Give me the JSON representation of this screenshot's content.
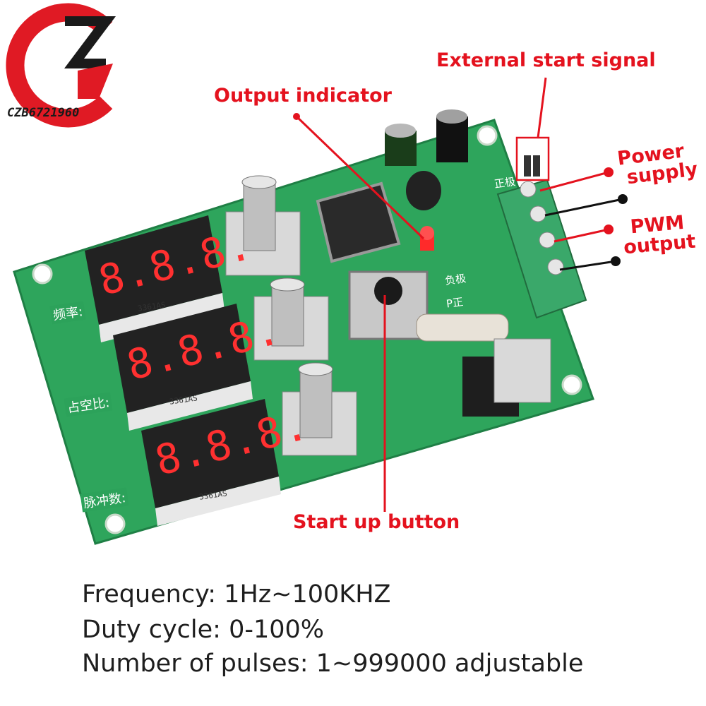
{
  "brand": {
    "logo_text": "CZB6721960",
    "logo_mark": "czb-logo-mark"
  },
  "callouts": {
    "external_start_signal": "External start signal",
    "output_indicator": "Output indicator",
    "power_supply_line1": "Power",
    "power_supply_line2": "supply",
    "pwm_output_line1": "PWM",
    "pwm_output_line2": "output",
    "start_up_button": "Start up button"
  },
  "board_labels": {
    "frequency_cn": "频率:",
    "duty_cn": "占空比:",
    "pulses_cn": "脉冲数:",
    "display_part": "3361AS",
    "positive": "正极",
    "negative": "负极",
    "p_positive": "P正"
  },
  "displays": {
    "digits": "8.8.8."
  },
  "specs": {
    "frequency": "Frequency: 1Hz~100KHZ",
    "duty_cycle": "Duty cycle: 0-100%",
    "pulses": "Number of pulses: 1~999000 adjustable"
  },
  "colors": {
    "callout_red": "#e4121e",
    "pcb_green": "#2ea55c",
    "terminal_green": "#3aa86a",
    "text_dark": "#1e1e1e"
  }
}
